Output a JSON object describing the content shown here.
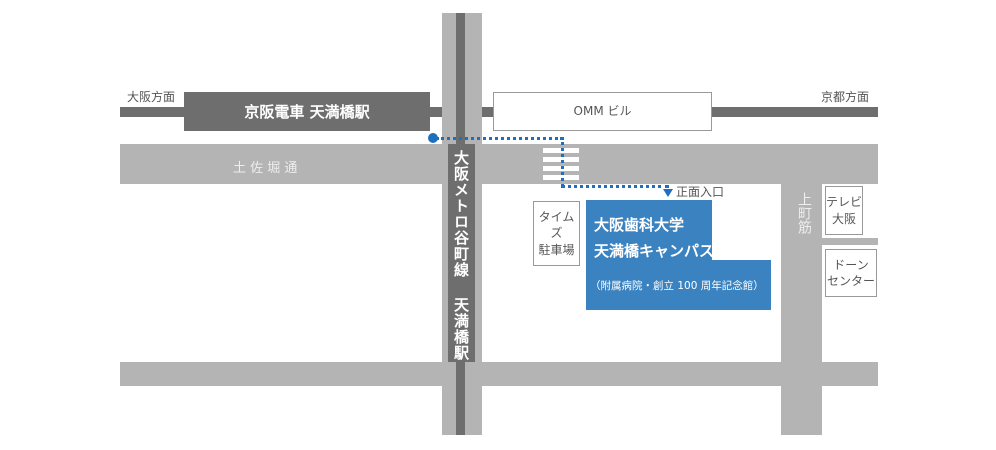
{
  "directions": {
    "west": "大阪方面",
    "east": "京都方面"
  },
  "keihan_station": "京阪電車 天満橋駅",
  "omm_building": "OMM ビル",
  "tosabori_street": "土 佐 堀 通",
  "metro_station": "大阪メトロ谷町線 天満橋駅",
  "uemachi_street": "上町筋",
  "tv_osaka": [
    "テレビ",
    "大阪"
  ],
  "dawn_center": [
    "ドーン",
    "センター"
  ],
  "parking": [
    "タイムズ",
    "駐車場"
  ],
  "entrance": "正面入口",
  "campus": {
    "line1": "大阪歯科大学",
    "line2": "天満橋キャンパス",
    "sub": "（附属病院・創立 100 周年記念館）"
  },
  "colors": {
    "road": "#b4b4b4",
    "rail": "#6e6e6e",
    "campus": "#3b82c0",
    "route": "#1f6fbf"
  }
}
